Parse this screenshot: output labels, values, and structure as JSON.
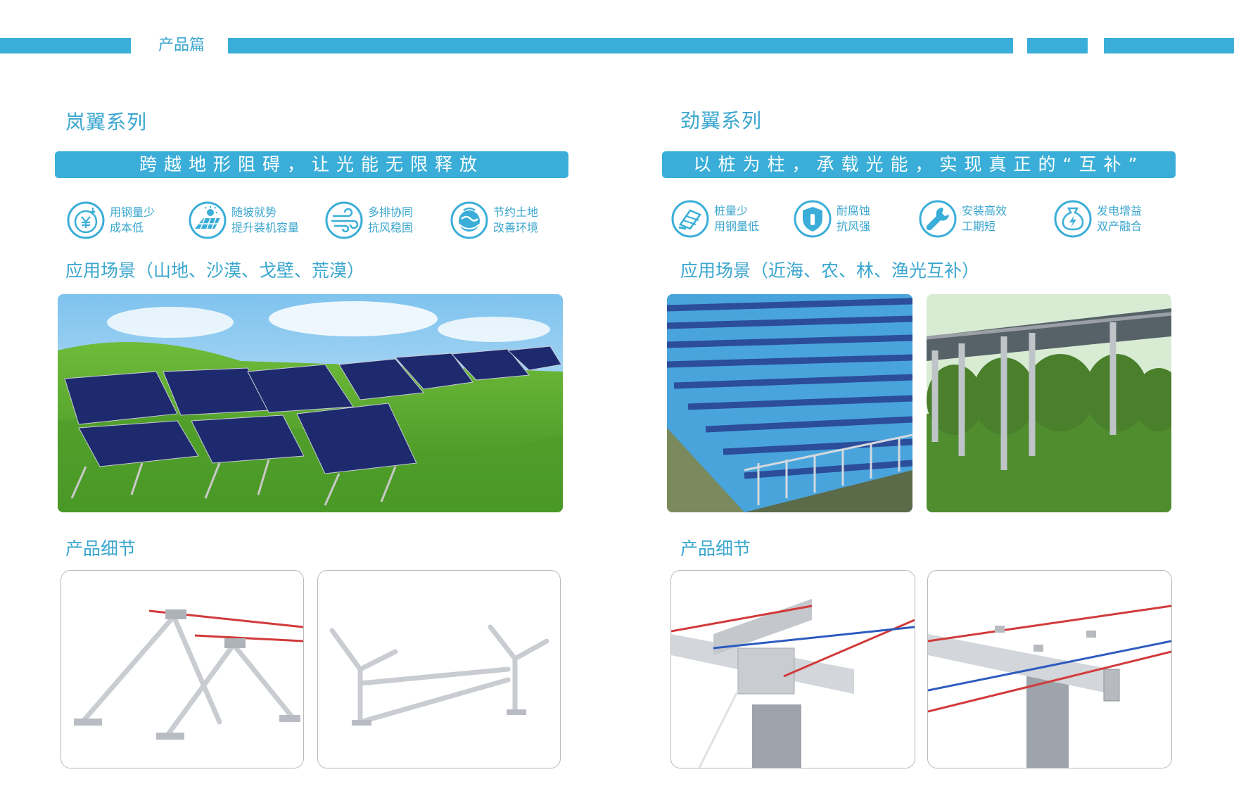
{
  "header": {
    "section_label": "产品篇"
  },
  "left": {
    "series_title": "岚翼系列",
    "slogan": "跨越地形阻碍，让光能无限释放",
    "features": [
      {
        "icon": "yen-steel-icon",
        "line1": "用钢量少",
        "line2": "成本低"
      },
      {
        "icon": "slope-solar-icon",
        "line1": "随坡就势",
        "line2": "提升装机容量"
      },
      {
        "icon": "wind-icon",
        "line1": "多排协同",
        "line2": "抗风稳固"
      },
      {
        "icon": "land-globe-icon",
        "line1": "节约土地",
        "line2": "改善环境"
      }
    ],
    "scenario_title": "应用场景（山地、沙漠、戈壁、荒漠）",
    "detail_title": "产品细节"
  },
  "right": {
    "series_title": "劲翼系列",
    "slogan": "以桩为柱，承载光能，实现真正的“互补”",
    "features": [
      {
        "icon": "pile-steel-icon",
        "line1": "桩量少",
        "line2": "用钢量低"
      },
      {
        "icon": "shield-icon",
        "line1": "耐腐蚀",
        "line2": "抗风强"
      },
      {
        "icon": "wrench-icon",
        "line1": "安装高效",
        "line2": "工期短"
      },
      {
        "icon": "power-bag-icon",
        "line1": "发电增益",
        "line2": "双产融合"
      }
    ],
    "scenario_title": "应用场景（近海、农、林、渔光互补）",
    "detail_title": "产品细节"
  },
  "colors": {
    "accent": "#3aaed8",
    "text": "#3aa6cf",
    "card_border": "#b9b9b9"
  }
}
